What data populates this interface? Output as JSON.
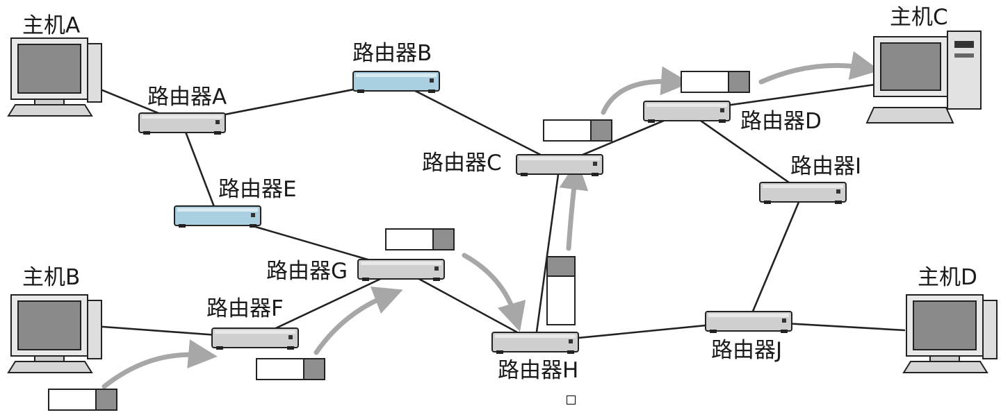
{
  "hosts": [
    {
      "id": "A",
      "label": "主机A",
      "style": "pc"
    },
    {
      "id": "B",
      "label": "主机B",
      "style": "pc"
    },
    {
      "id": "C",
      "label": "主机C",
      "style": "tower"
    },
    {
      "id": "D",
      "label": "主机D",
      "style": "pc"
    }
  ],
  "routers": [
    {
      "id": "A",
      "label": "路由器A",
      "tint": "gray"
    },
    {
      "id": "B",
      "label": "路由器B",
      "tint": "blue"
    },
    {
      "id": "C",
      "label": "路由器C",
      "tint": "gray"
    },
    {
      "id": "D",
      "label": "路由器D",
      "tint": "gray"
    },
    {
      "id": "E",
      "label": "路由器E",
      "tint": "blue"
    },
    {
      "id": "F",
      "label": "路由器F",
      "tint": "gray"
    },
    {
      "id": "G",
      "label": "路由器G",
      "tint": "gray"
    },
    {
      "id": "H",
      "label": "路由器H",
      "tint": "gray"
    },
    {
      "id": "I",
      "label": "路由器I",
      "tint": "gray"
    },
    {
      "id": "J",
      "label": "路由器J",
      "tint": "gray"
    }
  ],
  "links": [
    [
      "host-A",
      "router-A"
    ],
    [
      "router-A",
      "router-B"
    ],
    [
      "router-A",
      "router-E"
    ],
    [
      "router-B",
      "router-C"
    ],
    [
      "router-E",
      "router-G"
    ],
    [
      "host-B",
      "router-F"
    ],
    [
      "router-F",
      "router-G"
    ],
    [
      "router-G",
      "router-H"
    ],
    [
      "router-H",
      "router-C"
    ],
    [
      "router-C",
      "router-D"
    ],
    [
      "router-D",
      "host-C"
    ],
    [
      "router-D",
      "router-I"
    ],
    [
      "router-I",
      "router-J"
    ],
    [
      "router-H",
      "router-J"
    ],
    [
      "router-J",
      "host-D"
    ]
  ],
  "packet_path": [
    "host-B",
    "router-F",
    "router-G",
    "router-H",
    "router-C",
    "router-D",
    "host-C"
  ],
  "colors": {
    "line": "#222222",
    "router_gray": "#cfcfcf",
    "router_blue": "#a9cfe0",
    "arrow": "#a7a7a7",
    "packet_header": "#8f8f8f",
    "screen": "#8a8a8a"
  }
}
